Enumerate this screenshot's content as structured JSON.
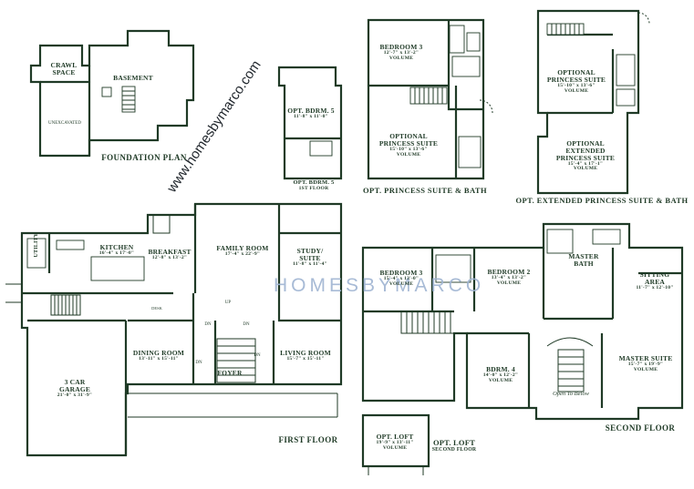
{
  "watermark": {
    "url": "www.homesbymarco.com",
    "brand": "HOMESBYMARCO"
  },
  "foundation": {
    "title": "FOUNDATION PLAN",
    "crawl": "CRAWL SPACE",
    "basement": "BASEMENT",
    "unexcavated": "UNEXCAVATED"
  },
  "opt_bdrm5": {
    "name": "OPT. BDRM. 5",
    "dim": "11'-8\" x 11'-0\"",
    "name2": "OPT. BDRM. 5",
    "note": "1ST FLOOR"
  },
  "princess": {
    "title": "OPT. PRINCESS SUITE & BATH",
    "bed3": {
      "name": "BEDROOM 3",
      "dim": "12'-7\" x 13'-2\"",
      "vol": "VOLUME"
    },
    "suite": {
      "name": "OPTIONAL PRINCESS SUITE",
      "dim": "15'-10\" x 13'-6\"",
      "vol": "VOLUME"
    }
  },
  "extended": {
    "title": "OPT. EXTENDED PRINCESS SUITE & BATH",
    "suite": {
      "name": "OPTIONAL PRINCESS SUITE",
      "dim": "15'-10\" x 13'-6\"",
      "vol": "VOLUME"
    },
    "ext": {
      "name": "OPTIONAL EXTENDED PRINCESS SUITE",
      "dim": "15'-4\" x 17'-1\"",
      "vol": "VOLUME"
    }
  },
  "first": {
    "title": "FIRST FLOOR",
    "utility": "UTILITY",
    "kitchen": {
      "name": "KITCHEN",
      "dim": "16'-4\" x 17'-0\""
    },
    "breakfast": {
      "name": "BREAKFAST",
      "dim": "12'-8\" x 13'-2\""
    },
    "family": {
      "name": "FAMILY ROOM",
      "dim": "17'-4\" x 22'-9\""
    },
    "study": {
      "name": "STUDY/ SUITE",
      "dim": "11'-8\" x 11'-4\""
    },
    "dining": {
      "name": "DINING ROOM",
      "dim": "13'-11\" x 15'-11\""
    },
    "foyer": "FOYER",
    "living": {
      "name": "LIVING ROOM",
      "dim": "15'-7\" x 15'-11\""
    },
    "garage": {
      "name": "3 CAR GARAGE",
      "dim": "21'-0\" x 31'-9\""
    },
    "desk": "DESK",
    "dn": "DN",
    "up": "UP"
  },
  "second": {
    "title": "SECOND FLOOR",
    "bed3": {
      "name": "BEDROOM 3",
      "dim": "15'-4\" x 13'-0\"",
      "vol": "VOLUME"
    },
    "bed2": {
      "name": "BEDROOM 2",
      "dim": "13'-4\" x 13'-2\"",
      "vol": "VOLUME"
    },
    "master_bath": "MASTER BATH",
    "sitting": {
      "name": "SITTING AREA",
      "dim": "11'-7\" x 12'-10\""
    },
    "bdrm4": {
      "name": "BDRM. 4",
      "dim": "14'-0\" x 12'-2\"",
      "vol": "VOLUME"
    },
    "open": "Open To Below",
    "master_suite": {
      "name": "MASTER SUITE",
      "dim": "15'-7\" x 19'-9\"",
      "vol": "VOLUME"
    }
  },
  "opt_loft": {
    "name": "OPT. LOFT",
    "dim": "19'-9\" x 13'-11\"",
    "vol": "VOLUME",
    "title": "OPT. LOFT",
    "sub": "SECOND FLOOR"
  }
}
